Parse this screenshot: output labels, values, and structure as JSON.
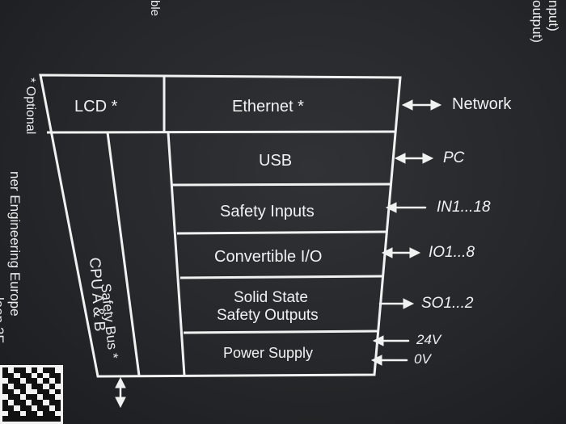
{
  "panel": {
    "lcd": "LCD *",
    "ethernet": "Ethernet *",
    "usb": "USB",
    "safety_inputs": "Safety Inputs",
    "convertible_io": "Convertible I/O",
    "solid_state_line1": "Solid State",
    "solid_state_line2": "Safety Outputs",
    "power_supply": "Power Supply",
    "cpu": "CPU A & B",
    "safety_bus": "Safety Bus *"
  },
  "external": {
    "network": "Network",
    "pc": "PC",
    "inputs": "IN1...18",
    "io": "IO1...8",
    "outputs": "SO1...2",
    "v24": "24V",
    "v0": "0V"
  },
  "side": {
    "optional": "* Optional",
    "engineering": "ner Engineering Europe",
    "address": "laan 2F",
    "top_right_1": "nput)",
    "top_right_2": "output)",
    "top_left": "ble"
  },
  "colors": {
    "background": "#25272a",
    "line": "#f1f1f1",
    "qr": "#f2f2f2"
  }
}
